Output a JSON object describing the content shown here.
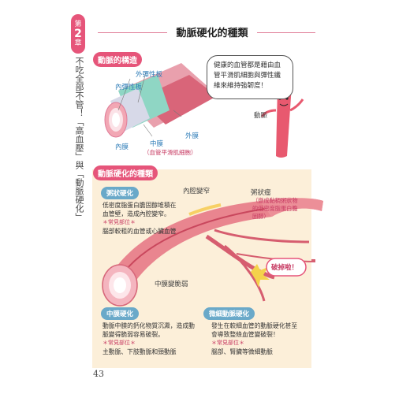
{
  "chapter": {
    "prefix": "第",
    "num": "2",
    "suffix": "章"
  },
  "side_title": "不吃全部不管！「高血壓」與「動脈硬化」",
  "page_number": "43",
  "header": {
    "title": "動脈硬化的種類"
  },
  "structure": {
    "section_label": "動脈的構造",
    "outer_elastic": "外彈性板",
    "inner_elastic": "內彈性板",
    "intima": "內膜",
    "media": "中膜",
    "media_note": "（血管平滑肌細胞）",
    "adventitia": "外膜",
    "speech": "健康的血管都是藉由血管平滑肌細胞與彈性纖維來維持強韌度！",
    "artery_label": "動脈"
  },
  "types": {
    "section_label": "動脈硬化的種類",
    "narrow_label": "內腔變窄",
    "plaque_label": "粥狀瘤",
    "plaque_note": "（變成黏稠粥狀物的低密度脂蛋白膽固醇）",
    "media_fragile": "中膜變脆弱",
    "burst": "破掉啦！",
    "athero": {
      "tag": "粥狀硬化",
      "text": "低密度脂蛋白膽固醇堆積在血管壁，造成內腔變窄。",
      "note_title": "＊常見部位＊",
      "note": "腦部較粗的血管或心臟血管"
    },
    "medial": {
      "tag": "中膜硬化",
      "text": "動脈中膜的鈣化物質沉澱，造成動脈變得脆弱容易破裂。",
      "note_title": "＊常見部位＊",
      "note": "主動脈、下肢動脈和頸動脈"
    },
    "arteriolar": {
      "tag": "微細動脈硬化",
      "text": "發生在較細血管的動脈硬化甚至會導致整條血管變破裂！",
      "note_title": "＊常見部位＊",
      "note": "腦部、腎臟等微細動脈"
    }
  },
  "colors": {
    "accent_pink": "#e6557a",
    "tag_blue": "#6aa9c9",
    "panel_bg": "#fcefd9"
  }
}
